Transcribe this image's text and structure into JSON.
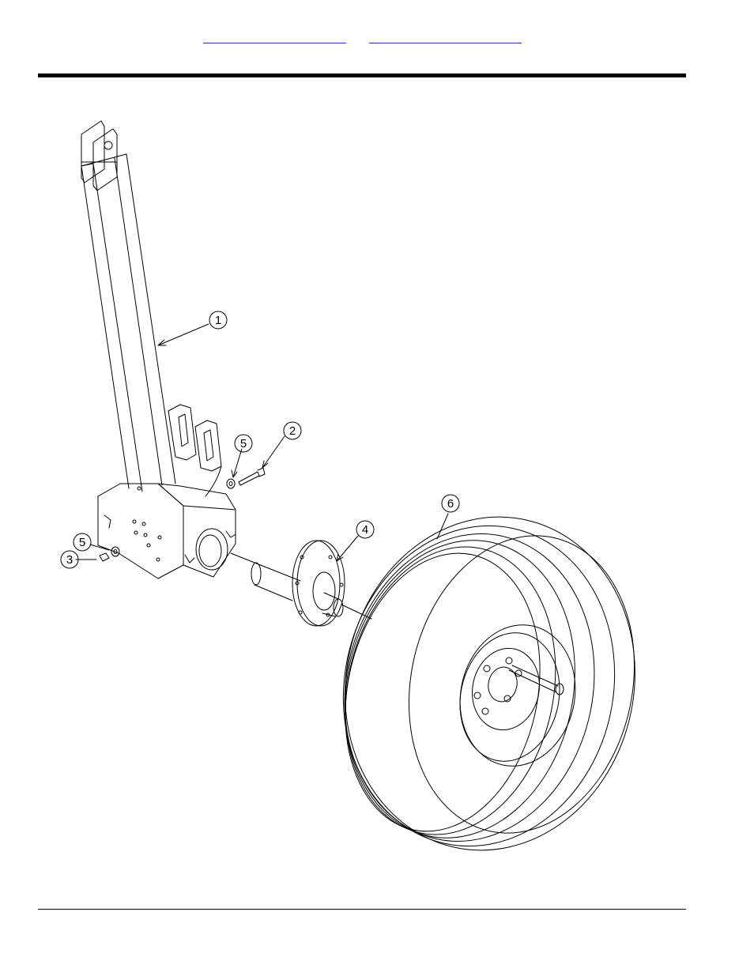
{
  "header": {
    "links": [
      {
        "label": ""
      },
      {
        "label": ""
      }
    ]
  },
  "diagram": {
    "callouts": [
      {
        "number": "1"
      },
      {
        "number": "2"
      },
      {
        "number": "3"
      },
      {
        "number": "4"
      },
      {
        "number": "5"
      },
      {
        "number": "5"
      },
      {
        "number": "6"
      }
    ]
  },
  "colors": {
    "link": "#2a2ae0",
    "line": "#000000"
  }
}
